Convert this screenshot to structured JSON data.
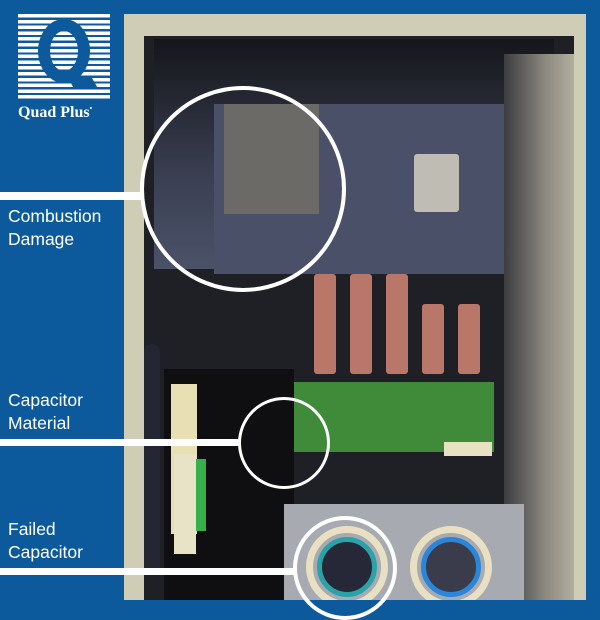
{
  "brand": {
    "name": "Quad Plus",
    "trademark": "•",
    "logo_icon": "quad-plus-q-logo",
    "background_color": "#0c5a9c",
    "accent_color": "#ffffff"
  },
  "photo": {
    "subject": "open electrical drive cabinet with burn damage"
  },
  "callouts": [
    {
      "label_line1": "Combustion",
      "label_line2": "Damage",
      "target": "contactor-area"
    },
    {
      "label_line1": "Capacitor",
      "label_line2": "Material",
      "target": "splattered-panel"
    },
    {
      "label_line1": "Failed",
      "label_line2": "Capacitor",
      "target": "left-capacitor"
    }
  ]
}
